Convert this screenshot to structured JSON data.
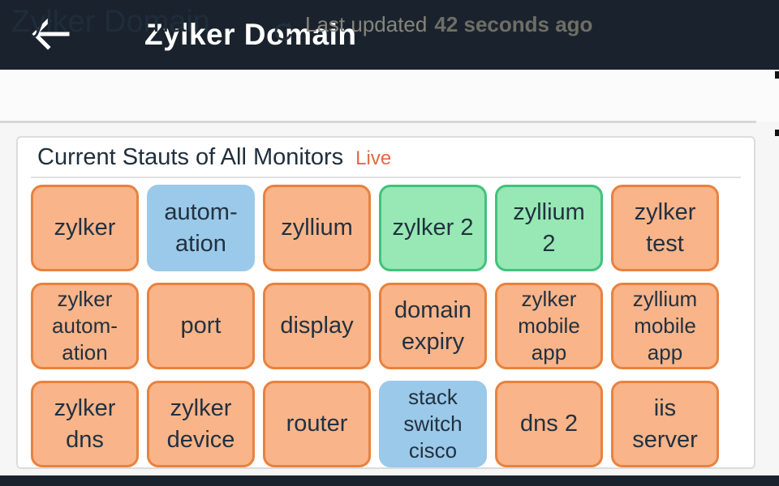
{
  "app_bar": {
    "title": "Zylker Domain",
    "back_icon": "arrow-left",
    "background_color": "#1a232d"
  },
  "header": {
    "title": "Zylker Domain",
    "refresh_icon": "circular-refresh",
    "last_updated_label": "Last updated",
    "last_updated_value": "42 seconds ago"
  },
  "card": {
    "title": "Current Stauts of All Monitors",
    "live_label": "Live",
    "live_color": "#e06a45"
  },
  "monitors": {
    "colors": {
      "orange": {
        "fill": "#f9b489",
        "border": "#e8823e"
      },
      "blue": {
        "fill": "#9bc9e9",
        "border": "#9bc9e9"
      },
      "green": {
        "fill": "#97e8b4",
        "border": "#41c27c"
      }
    },
    "tiles": [
      {
        "name": "zylker",
        "lines": [
          "zylker"
        ],
        "color": "orange"
      },
      {
        "name": "automation",
        "lines": [
          "autom-",
          "ation"
        ],
        "color": "blue"
      },
      {
        "name": "zyllium",
        "lines": [
          "zyllium"
        ],
        "color": "orange"
      },
      {
        "name": "zylker 2",
        "lines": [
          "zylker 2"
        ],
        "color": "green"
      },
      {
        "name": "zyllium 2",
        "lines": [
          "zyllium",
          "2"
        ],
        "color": "green"
      },
      {
        "name": "zylker test",
        "lines": [
          "zylker",
          "test"
        ],
        "color": "orange"
      },
      {
        "name": "zylker automation",
        "lines": [
          "zylker",
          "autom-",
          "ation"
        ],
        "color": "orange"
      },
      {
        "name": "port",
        "lines": [
          "port"
        ],
        "color": "orange"
      },
      {
        "name": "display",
        "lines": [
          "display"
        ],
        "color": "orange"
      },
      {
        "name": "domain expiry",
        "lines": [
          "domain",
          "expiry"
        ],
        "color": "orange"
      },
      {
        "name": "zylker mobile app",
        "lines": [
          "zylker",
          "mobile",
          "app"
        ],
        "color": "orange"
      },
      {
        "name": "zyllium mobile app",
        "lines": [
          "zyllium",
          "mobile",
          "app"
        ],
        "color": "orange"
      },
      {
        "name": "zylker dns",
        "lines": [
          "zylker",
          "dns"
        ],
        "color": "orange"
      },
      {
        "name": "zylker device",
        "lines": [
          "zylker",
          "device"
        ],
        "color": "orange"
      },
      {
        "name": "router",
        "lines": [
          "router"
        ],
        "color": "orange"
      },
      {
        "name": "stack switch cisco",
        "lines": [
          "stack",
          "switch",
          "cisco"
        ],
        "color": "blue"
      },
      {
        "name": "dns 2",
        "lines": [
          "dns 2"
        ],
        "color": "orange"
      },
      {
        "name": "iis server",
        "lines": [
          "iis",
          "server"
        ],
        "color": "orange"
      }
    ]
  }
}
